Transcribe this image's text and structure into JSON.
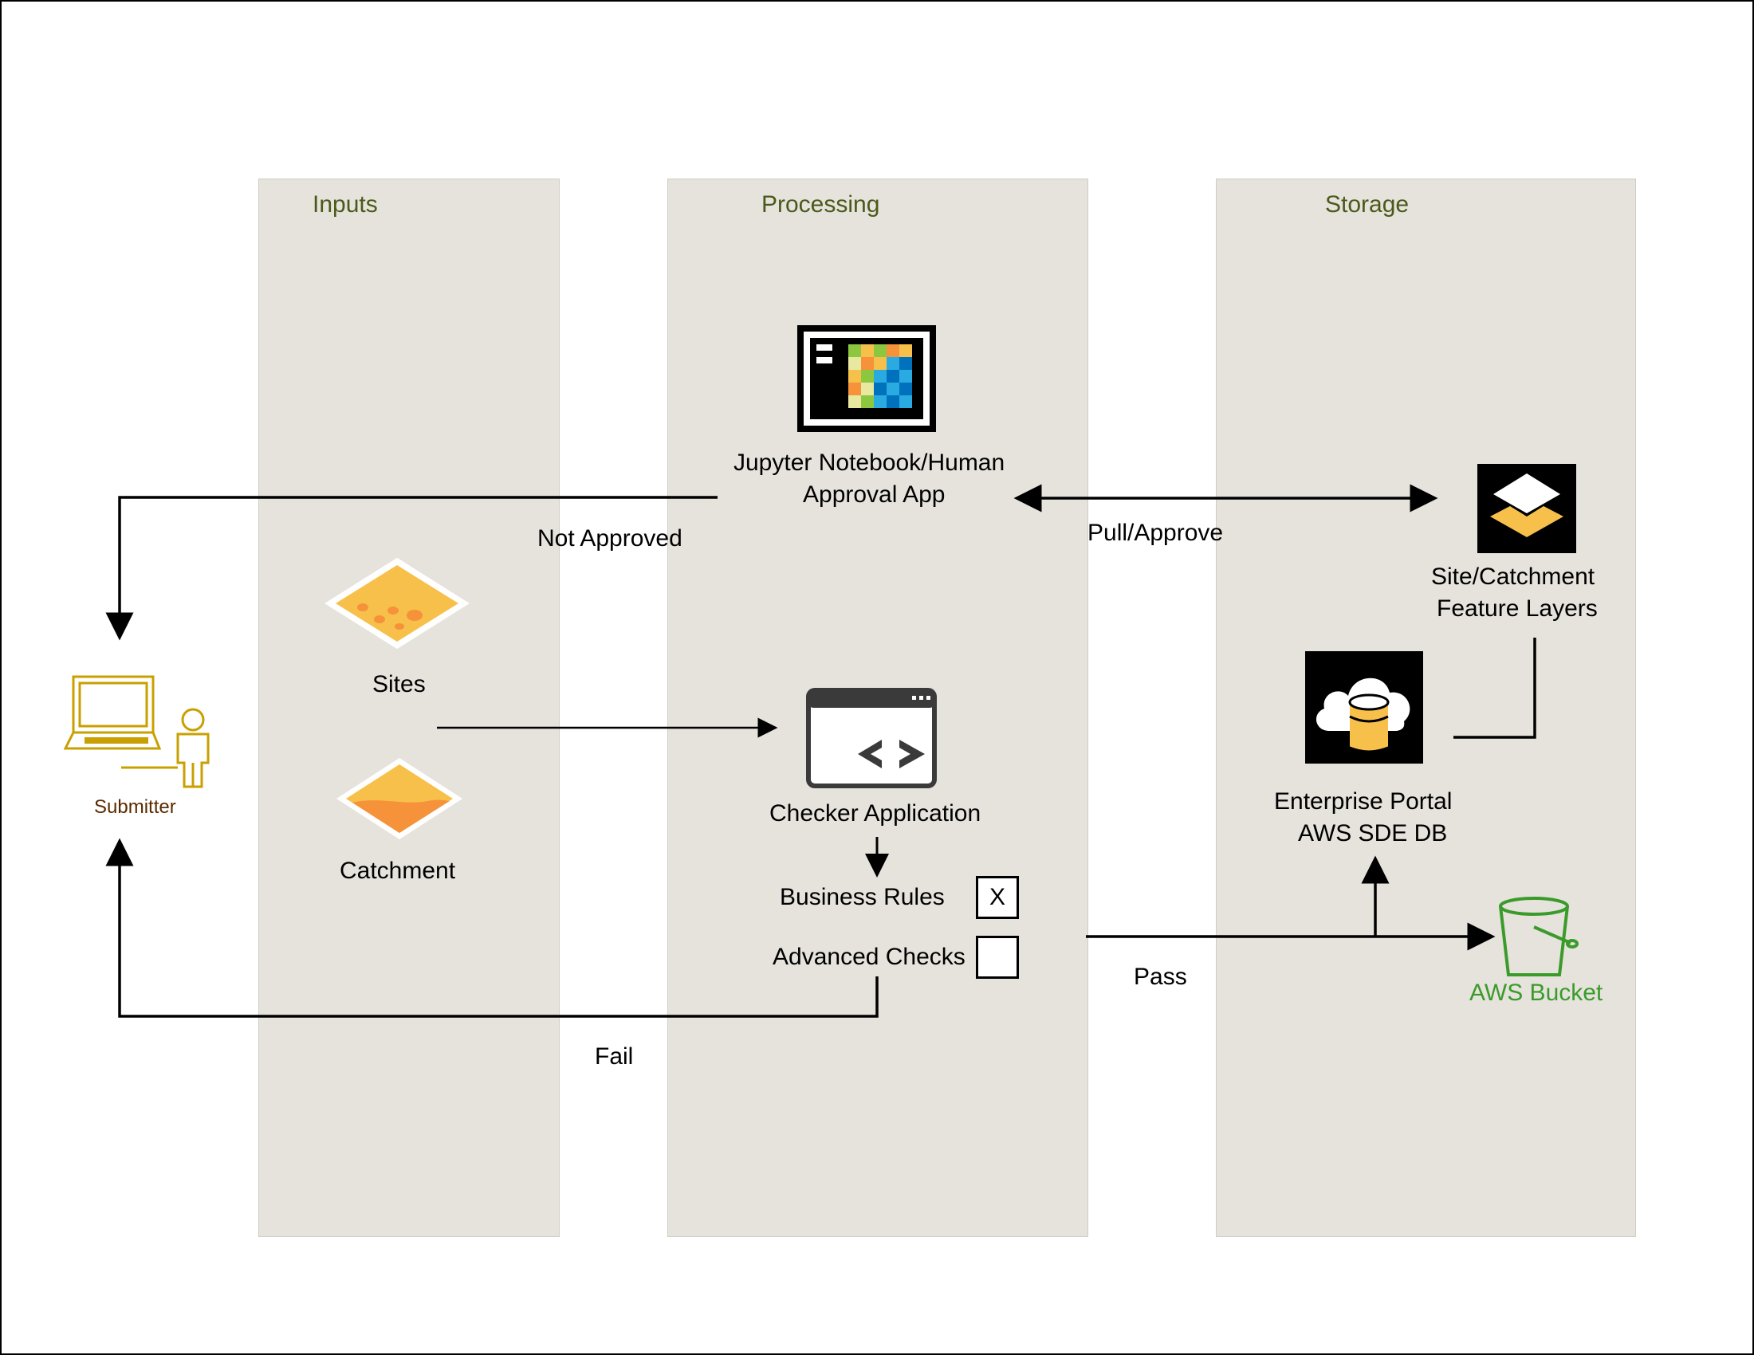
{
  "lanes": {
    "inputs": "Inputs",
    "processing": "Processing",
    "storage": "Storage"
  },
  "nodes": {
    "submitter": "Submitter",
    "sites": "Sites",
    "catchment": "Catchment",
    "jupyter_line1": "Jupyter Notebook/Human",
    "jupyter_line2": "Approval App",
    "checker": "Checker Application",
    "business_rules": "Business Rules",
    "business_rules_mark": "X",
    "advanced_checks": "Advanced Checks",
    "feature_layers_line1": "Site/Catchment",
    "feature_layers_line2": "Feature Layers",
    "portal_line1": "Enterprise Portal",
    "portal_line2": "AWS SDE DB",
    "aws_bucket": "AWS Bucket"
  },
  "edges": {
    "not_approved": "Not Approved",
    "pull_approve": "Pull/Approve",
    "pass": "Pass",
    "fail": "Fail"
  },
  "icons": {
    "submitter": "laptop-user-icon",
    "sites": "sites-layer-icon",
    "catchment": "catchment-layer-icon",
    "jupyter": "notebook-grid-icon",
    "checker": "code-window-icon",
    "feature_layers": "layers-icon",
    "portal": "cloud-database-icon",
    "bucket": "bucket-icon"
  },
  "colors": {
    "lane": "#e6e3dd",
    "lane_title": "#4b5a1a",
    "submitter": "#c9a000",
    "submitter_label": "#5a2a00",
    "sites_fill": "#f7c04a",
    "catchment_fill": "#f5923a",
    "bucket": "#3a9b2a"
  }
}
